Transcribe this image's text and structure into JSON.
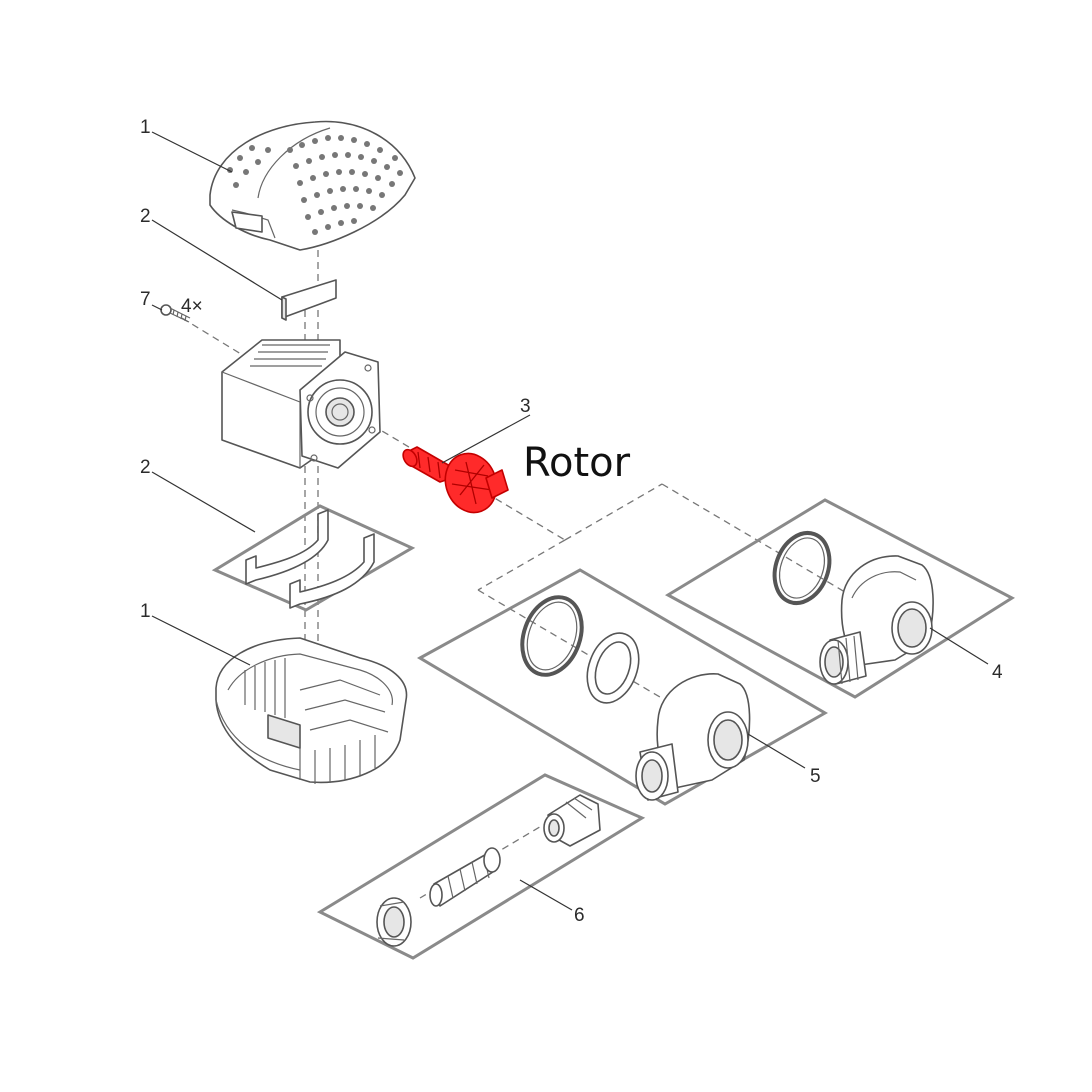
{
  "highlight": {
    "label": "Rotor",
    "color": "#ff2a2a"
  },
  "callouts": {
    "c1_top": "1",
    "c2_top": "2",
    "c7": "7",
    "qty_4x": "4×",
    "c3": "3",
    "c2_mid": "2",
    "c1_bottom": "1",
    "c4": "4",
    "c5": "5",
    "c6": "6"
  }
}
